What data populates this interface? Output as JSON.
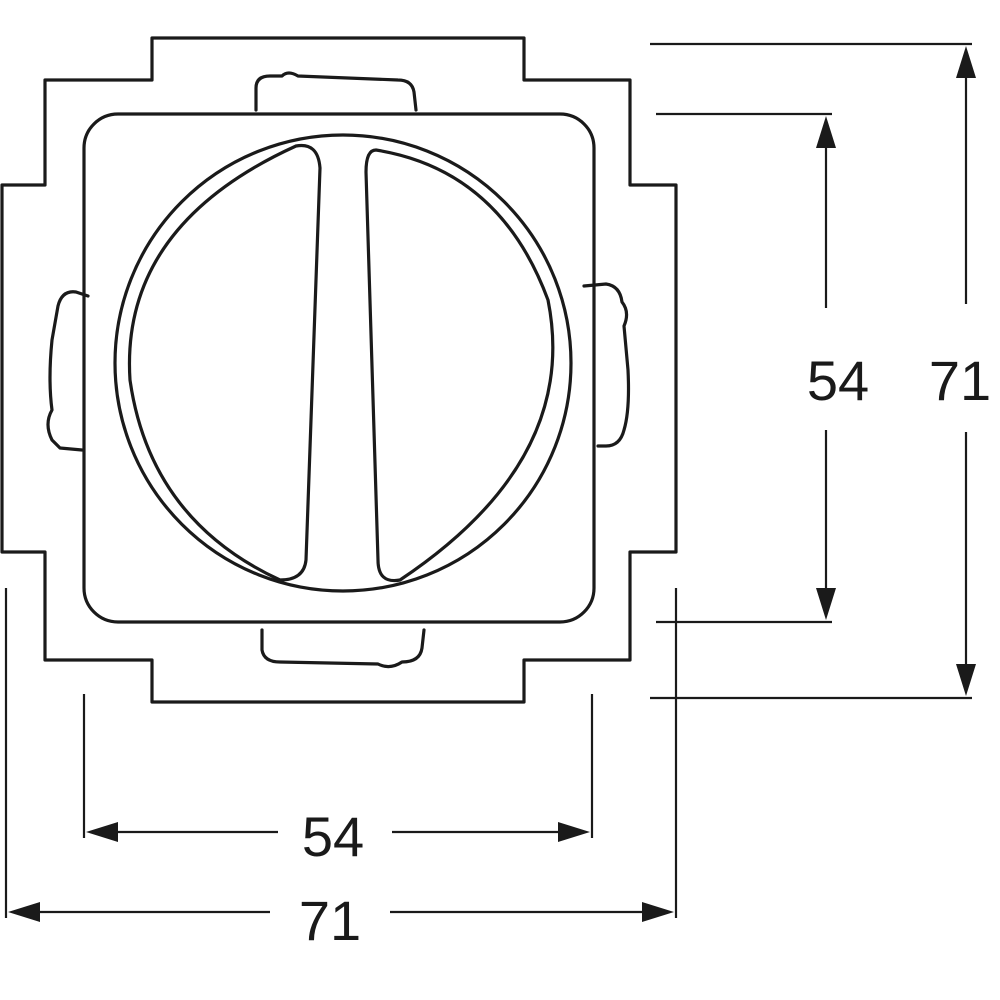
{
  "dimensions": {
    "inner_width": "54",
    "outer_width": "71",
    "inner_height": "54",
    "outer_height": "71"
  },
  "colors": {
    "line": "#1a1a1a",
    "background": "#ffffff"
  }
}
